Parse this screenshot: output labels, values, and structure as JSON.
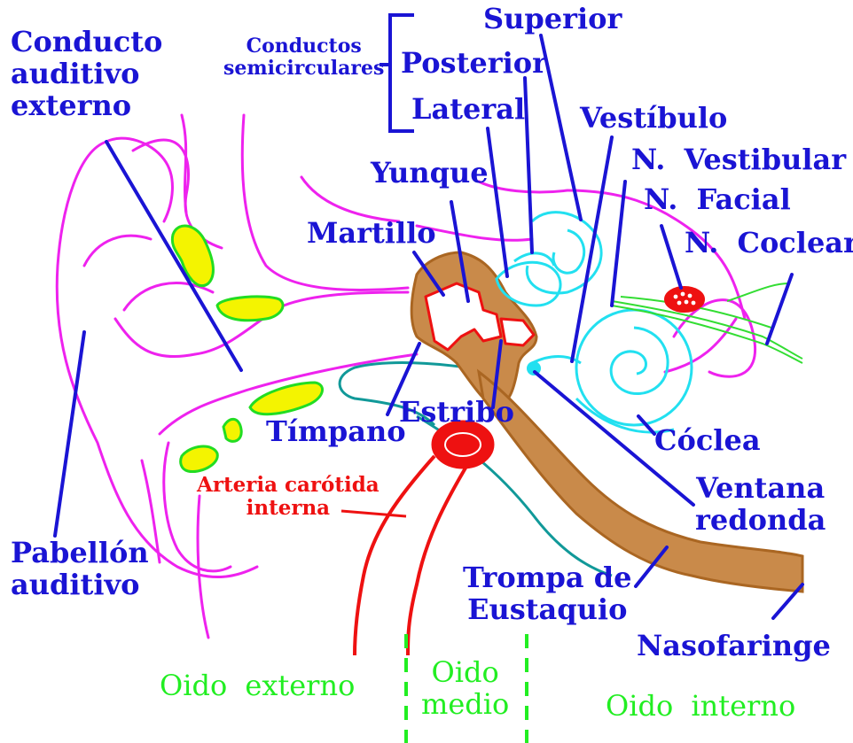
{
  "labels": {
    "conducto_auditivo_externo": [
      "Conducto",
      "auditivo",
      "externo"
    ],
    "conductos_semicirculares": [
      "Conductos",
      "semicirculares"
    ],
    "superior": "Superior",
    "posterior": "Posterior",
    "lateral": "Lateral",
    "vestibulo": "Vestíbulo",
    "n_vestibular": "N. Vestibular",
    "n_facial": "N. Facial",
    "n_coclear": "N. Coclear",
    "yunque": "Yunque",
    "martillo": "Martillo",
    "timpano": "Tímpano",
    "estribo": "Estribo",
    "coclea": "Cóclea",
    "ventana_redonda": [
      "Ventana",
      "redonda"
    ],
    "arteria_carotida_interna": [
      "Arteria carótida",
      "interna"
    ],
    "pabellon_auditivo": [
      "Pabellón",
      "auditivo"
    ],
    "trompa_de_eustaquio": [
      "Trompa de",
      "Eustaquio"
    ],
    "nasofaringe": "Nasofaringe"
  },
  "regions": {
    "oido_externo": "Oido externo",
    "oido_medio": [
      "Oido",
      "medio"
    ],
    "oido_interno": "Oido interno"
  },
  "colors": {
    "label": "#1a14d4",
    "outer_ear": "#ee22ee",
    "cartilage": "#22dd22",
    "cartilage_fill": "#f4f400",
    "bone": "#aa6622",
    "artery": "#ee1111",
    "inner_ear": "#22e0f0",
    "tube_outline": "#119999",
    "nerve": "#33dd33",
    "region": "#22ee22"
  }
}
